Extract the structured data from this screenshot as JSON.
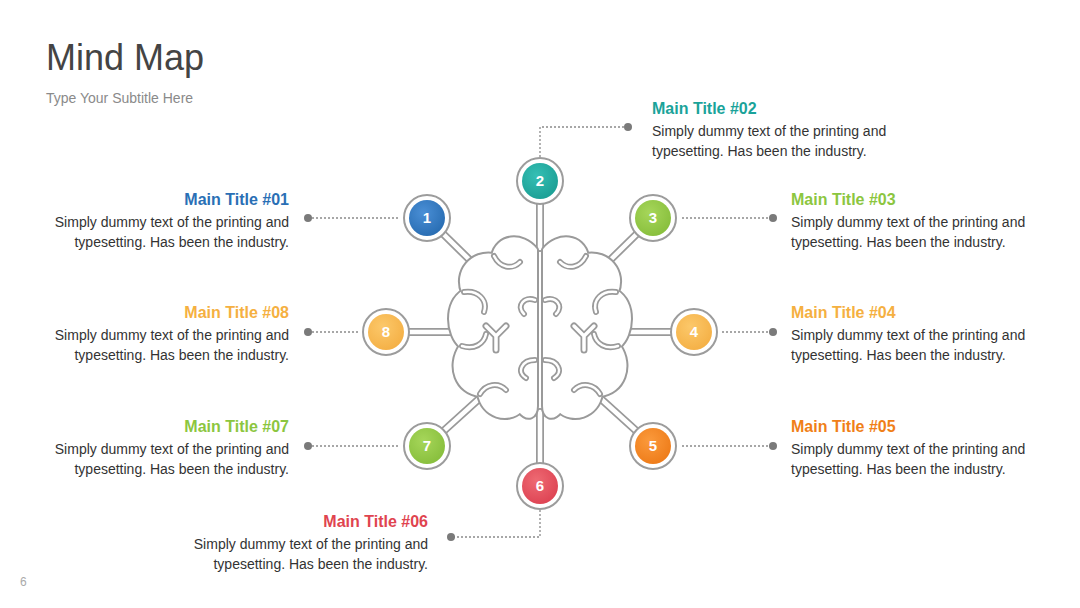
{
  "diagram": {
    "title": "Mind Map",
    "nodes": [
      {
        "text": [
          "1"
        ]
      },
      {
        "text": [
          "2"
        ]
      },
      {
        "text": [
          "3"
        ]
      },
      {
        "text": [
          "4"
        ]
      },
      {
        "text": [
          "5"
        ]
      },
      {
        "text": [
          "6"
        ]
      },
      {
        "text": [
          "7"
        ]
      },
      {
        "text": [
          "8"
        ]
      }
    ],
    "labels": [
      "Type Your Subtitle Here",
      "Main Title #02",
      "Simply dummy text of the printing and typesetting. Has been the industry.",
      "Main Title #01",
      "Simply dummy text of the printing and typesetting. Has been the industry.",
      "Main Title #03",
      "Simply dummy text of the printing and typesetting. Has been the industry.",
      "Main Title #08",
      "Simply dummy text of the printing and typesetting. Has been the industry.",
      "Main Title #04",
      "Simply dummy text of the printing and typesetting. Has been the industry.",
      "Main Title #07",
      "Simply dummy text of the printing and typesetting. Has been the industry.",
      "Main Title #05",
      "Simply dummy text of the printing and typesetting. Has been the industry.",
      "Main Title #06",
      "Simply dummy text of the printing and typesetting. Has been the industry.",
      "6"
    ]
  }
}
